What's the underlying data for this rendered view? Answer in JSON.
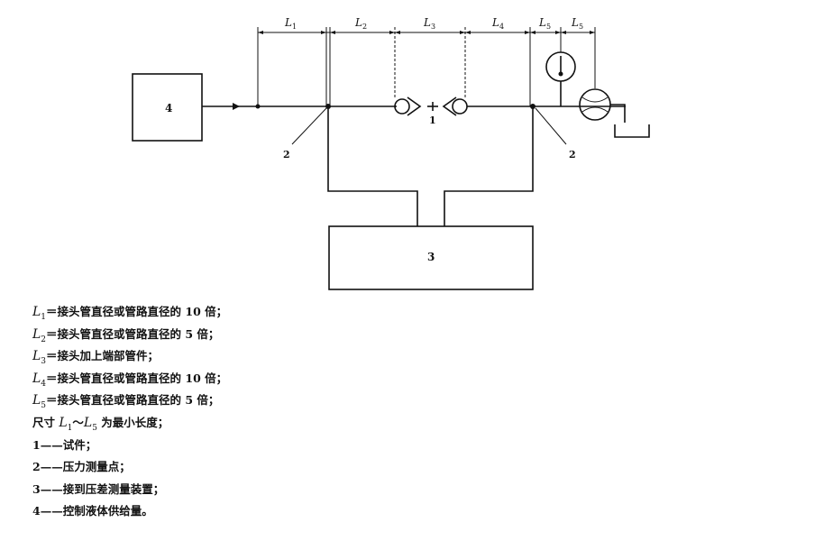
{
  "diagram": {
    "box4_label": "4",
    "box3_label": "3",
    "specimen_label": "1",
    "point_label_left": "2",
    "point_label_right": "2",
    "dims": [
      {
        "sym": "L",
        "sub": "1"
      },
      {
        "sym": "L",
        "sub": "2"
      },
      {
        "sym": "L",
        "sub": "3"
      },
      {
        "sym": "L",
        "sub": "4"
      },
      {
        "sym": "L",
        "sub": "5"
      },
      {
        "sym": "L",
        "sub": "5"
      }
    ]
  },
  "legend": [
    {
      "sym": "L",
      "sub": "1",
      "text": "＝接头管直径或管路直径的 10 倍；"
    },
    {
      "sym": "L",
      "sub": "2",
      "text": "＝接头管直径或管路直径的 5 倍；"
    },
    {
      "sym": "L",
      "sub": "3",
      "text": "＝接头加上端部管件；"
    },
    {
      "sym": "L",
      "sub": "4",
      "text": "＝接头管直径或管路直径的 10 倍；"
    },
    {
      "sym": "L",
      "sub": "5",
      "text": "＝接头管直径或管路直径的 5 倍；"
    },
    {
      "prefix": "尺寸 ",
      "sym": "L",
      "sub": "1",
      "mid": "～",
      "sym2": "L",
      "sub2": "5",
      "text": " 为最小长度；"
    },
    {
      "text": "1——试件；"
    },
    {
      "text": "2——压力测量点；"
    },
    {
      "text": "3——接到压差测量装置；"
    },
    {
      "text": "4——控制液体供给量。"
    }
  ]
}
